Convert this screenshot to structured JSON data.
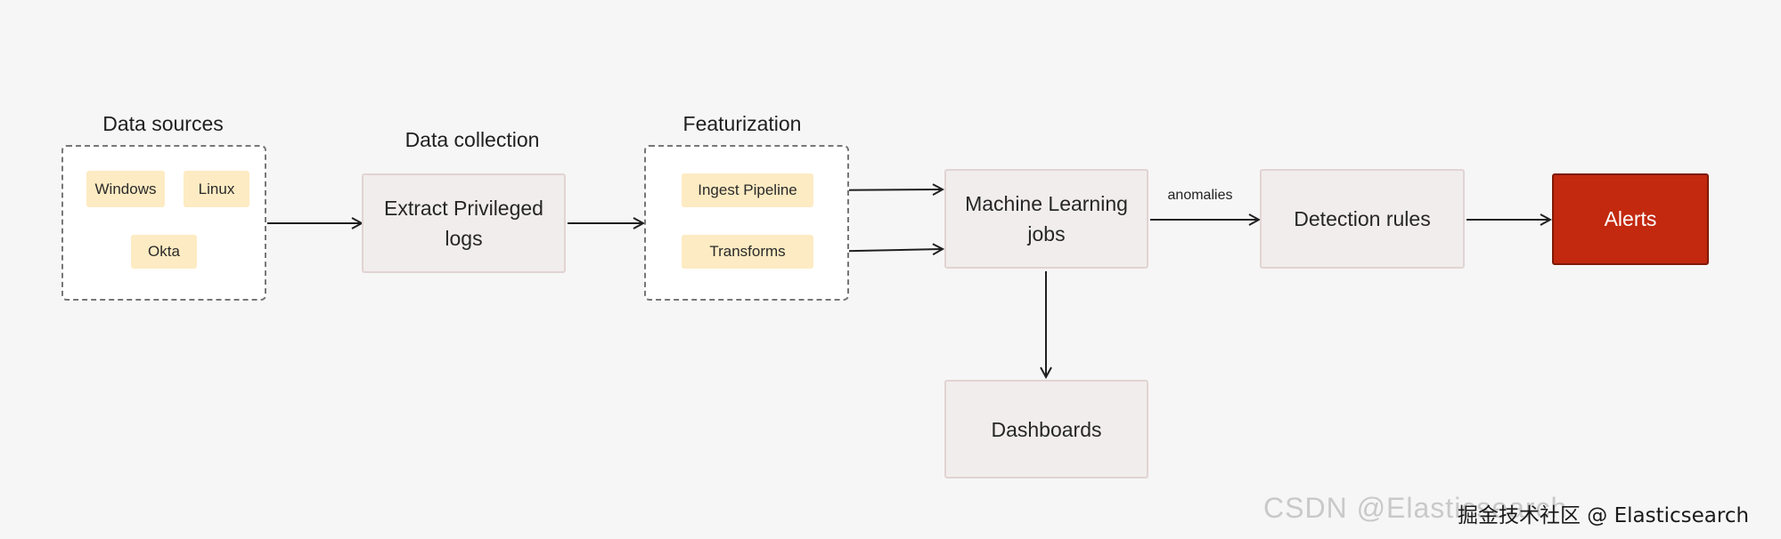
{
  "groups": {
    "data_sources": {
      "label": "Data sources",
      "items": [
        "Windows",
        "Linux",
        "Okta"
      ]
    },
    "data_collection": {
      "label": "Data collection",
      "box": "Extract Privileged logs"
    },
    "featurization": {
      "label": "Featurization",
      "items": [
        "Ingest Pipeline",
        "Transforms"
      ]
    }
  },
  "nodes": {
    "ml_jobs": "Machine Learning jobs",
    "detection_rules": "Detection rules",
    "alerts": "Alerts",
    "dashboards": "Dashboards"
  },
  "edges": {
    "ml_to_rules_label": "anomalies"
  },
  "watermark": {
    "back": "CSDN @Elasticsearch",
    "front": "掘金技术社区 @ Elasticsearch"
  },
  "colors": {
    "background": "#f6f6f6",
    "chip": "#fdebc3",
    "process_box": "#f1eded",
    "alert": "#c2290f"
  }
}
